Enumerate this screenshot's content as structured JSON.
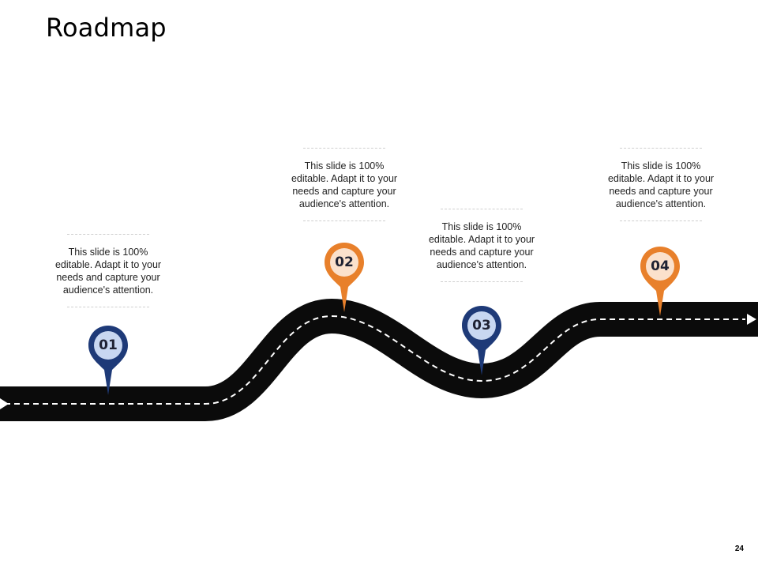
{
  "slide": {
    "title": "Roadmap",
    "page_number": "24"
  },
  "colors": {
    "road": "#0b0b0b",
    "lane_marking": "#ffffff",
    "pin_blue": "#1e3a78",
    "pin_blue_inner": "#c8d7f1",
    "pin_orange": "#e8802b",
    "pin_orange_inner": "#fbe1cc",
    "label_text": "#1f2233"
  },
  "milestones": [
    {
      "number": "01",
      "color": "blue",
      "text": "This slide is 100% editable. Adapt it to your needs and capture your audience's attention."
    },
    {
      "number": "02",
      "color": "orange",
      "text": "This slide is 100% editable. Adapt it to your needs and capture your audience's attention."
    },
    {
      "number": "03",
      "color": "blue",
      "text": "This slide is 100% editable. Adapt it to your needs and capture your audience's attention."
    },
    {
      "number": "04",
      "color": "orange",
      "text": "This slide is 100% editable. Adapt it to your needs and capture your audience's attention."
    }
  ],
  "icons": {
    "pin": "map-pin-icon",
    "arrow": "arrow-right-icon"
  }
}
